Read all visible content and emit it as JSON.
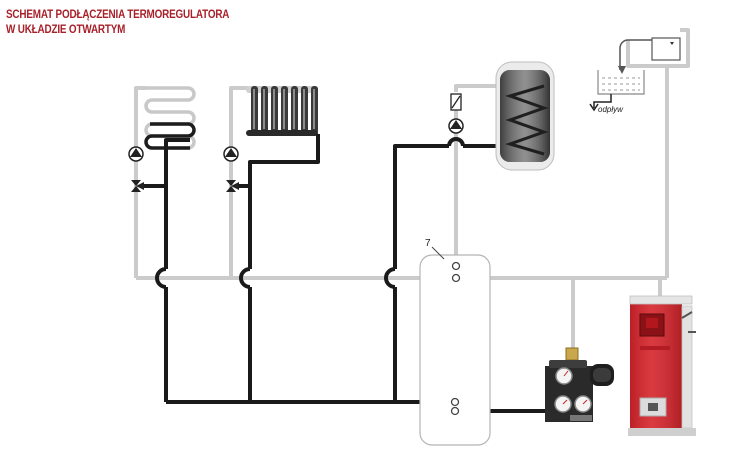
{
  "title": {
    "line1": "SCHEMAT PODŁĄCZENIA TERMOREGULATORA",
    "line2": "W UKŁADZIE OTWARTYM"
  },
  "labels": {
    "tank_number": "7",
    "drain": "odpływ"
  },
  "colors": {
    "title": "#a8202a",
    "supply_pipe": "#1a1a1a",
    "return_pipe": "#cccccc",
    "boiler_red": "#d5242b",
    "boiler_grey": "#d9d9d9"
  },
  "components": [
    "floor-heating-coil",
    "radiator",
    "hot-water-cylinder",
    "open-expansion-vessel",
    "buffer-tank",
    "thermoregulator-pump-group",
    "solid-fuel-boiler"
  ]
}
